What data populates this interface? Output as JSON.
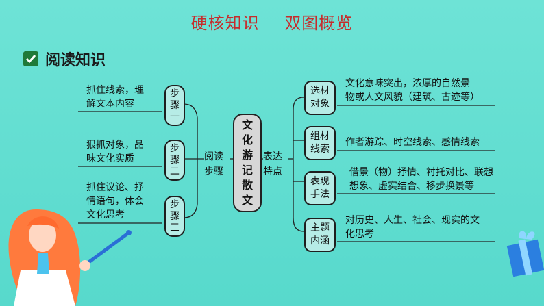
{
  "title": {
    "left": "硬核知识",
    "right": "双图概览"
  },
  "section": {
    "label": "阅读知识",
    "icon": "checkmark-icon"
  },
  "center": {
    "chars": [
      "文",
      "化",
      "游",
      "记",
      "散",
      "文"
    ]
  },
  "left_branch": {
    "label_line1": "阅读",
    "label_line2": "步骤"
  },
  "right_branch": {
    "label_line1": "表达",
    "label_line2": "特点"
  },
  "steps": [
    {
      "chars": [
        "步",
        "骤",
        "一"
      ],
      "text_line1": "抓住线索，理",
      "text_line2": "解文本内容",
      "text_line3": ""
    },
    {
      "chars": [
        "步",
        "骤",
        "二"
      ],
      "text_line1": "狠抓对象，品",
      "text_line2": "味文化实质",
      "text_line3": ""
    },
    {
      "chars": [
        "步",
        "骤",
        "三"
      ],
      "text_line1": "抓住议论、抒",
      "text_line2": "情语句，体会",
      "text_line3": "文化思考"
    }
  ],
  "features": [
    {
      "line1": "选材",
      "line2": "对象",
      "text_line1": "文化意味突出，浓厚的自然景",
      "text_line2": "物或人文风貌（建筑、古迹等）"
    },
    {
      "line1": "组材",
      "line2": "线索",
      "text_line1": "作者游踪、时空线索、感情线索",
      "text_line2": ""
    },
    {
      "line1": "表现",
      "line2": "手法",
      "text_line1": "借景（物）抒情、衬托对比、联想",
      "text_line2": "想象、虚实结合、移步换景等"
    },
    {
      "line1": "主题",
      "line2": "内涵",
      "text_line1": "对历史、人生、社会、现实的文",
      "text_line2": "化思考"
    }
  ],
  "colors": {
    "background": "#57d9cc",
    "title": "#c62c2c",
    "box_fill": "#b6ece6",
    "center_fill": "#d7d7d7"
  }
}
